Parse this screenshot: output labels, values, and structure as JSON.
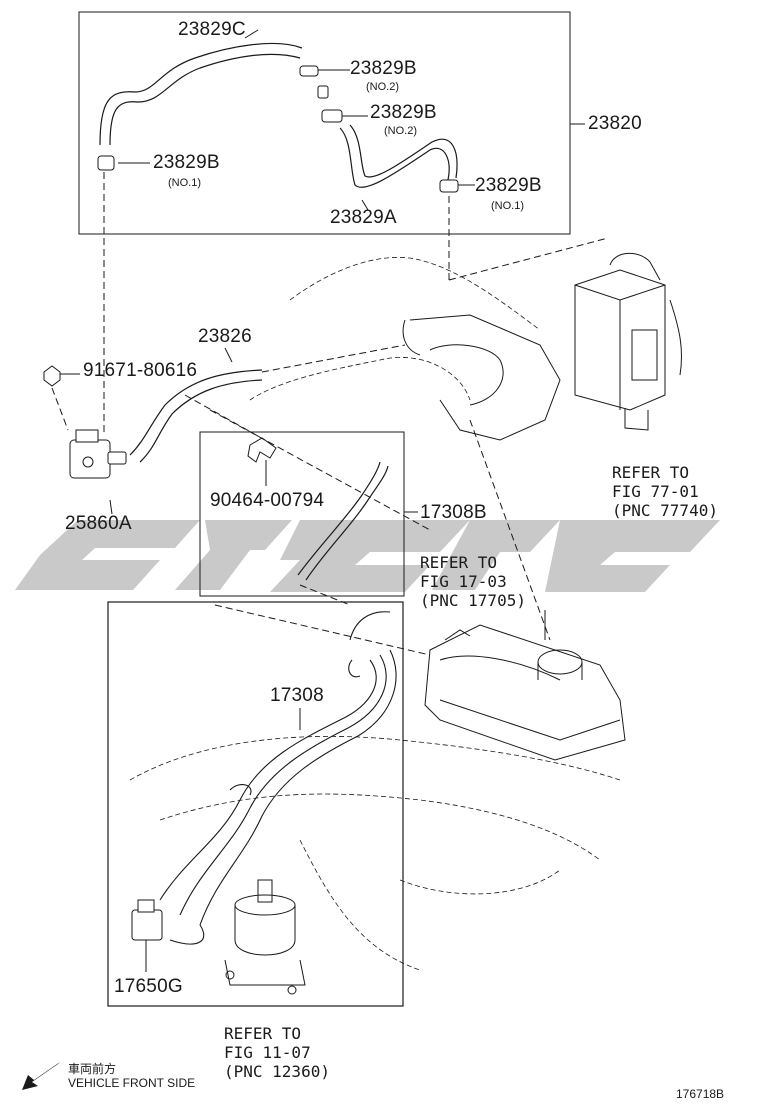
{
  "parts": {
    "p23829C": "23829C",
    "p23829B_top": "23829B",
    "p23829B_top_note": "(NO.2)",
    "p23829B_mid": "23829B",
    "p23829B_mid_note": "(NO.2)",
    "p23829B_left": "23829B",
    "p23829B_left_note": "(NO.1)",
    "p23829B_right": "23829B",
    "p23829B_right_note": "(NO.1)",
    "p23829A": "23829A",
    "p23820": "23820",
    "p23826": "23826",
    "p91671": "91671-80616",
    "p25860A": "25860A",
    "p90464": "90464-00794",
    "p17308B": "17308B",
    "p17308": "17308",
    "p17650G": "17650G"
  },
  "refs": {
    "fig77": {
      "line1": "REFER TO",
      "line2": "FIG 77-01",
      "line3": "(PNC 77740)"
    },
    "fig17": {
      "line1": "REFER TO",
      "line2": "FIG 17-03",
      "line3": "(PNC 17705)"
    },
    "fig11": {
      "line1": "REFER TO",
      "line2": "FIG 11-07",
      "line3": "(PNC 12360)"
    }
  },
  "footer": {
    "front_jp": "車両前方",
    "front_en": "VEHICLE FRONT SIDE",
    "figure_id": "176718B"
  },
  "colors": {
    "line": "#1a1a1a",
    "watermark": "#c8c8c8"
  }
}
